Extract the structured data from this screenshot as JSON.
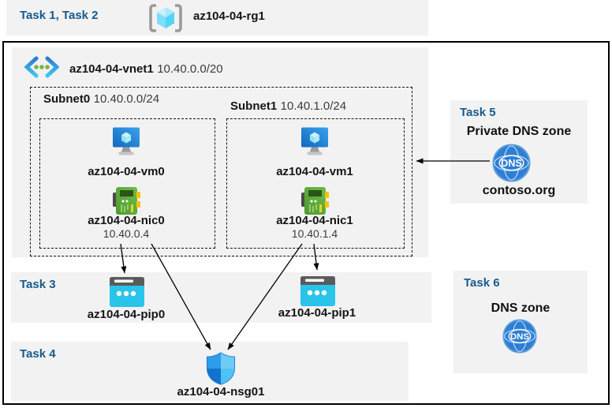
{
  "colors": {
    "panel_bg": "#f2f2f2",
    "heading_blue": "#175a8e",
    "text_black": "#151515",
    "frame_border": "#000000",
    "pip_cyan": "#2ac3ea",
    "dns_blue": "#2e7fd4",
    "nic_green": "#5ba53b",
    "vm_blue": "#1f7ccd"
  },
  "top_band": {
    "task_label": "Task 1, Task 2",
    "resource_group": {
      "name": "az104-04-rg1",
      "icon": "resource-group-icon"
    }
  },
  "vnet": {
    "name": "az104-04-vnet1",
    "cidr": "10.40.0.0/20",
    "icon": "virtual-network-icon",
    "subnets": [
      {
        "name": "Subnet0",
        "cidr": "10.40.0.0/24",
        "vm": {
          "name": "az104-04-vm0",
          "icon": "virtual-machine-icon"
        },
        "nic": {
          "name": "az104-04-nic0",
          "ip": "10.40.0.4",
          "icon": "network-interface-icon"
        }
      },
      {
        "name": "Subnet1",
        "cidr": "10.40.1.0/24",
        "vm": {
          "name": "az104-04-vm1",
          "icon": "virtual-machine-icon"
        },
        "nic": {
          "name": "az104-04-nic1",
          "ip": "10.40.1.4",
          "icon": "network-interface-icon"
        }
      }
    ]
  },
  "task3": {
    "task_label": "Task 3",
    "pips": [
      {
        "name": "az104-04-pip0",
        "icon": "public-ip-icon"
      },
      {
        "name": "az104-04-pip1",
        "icon": "public-ip-icon"
      }
    ]
  },
  "task4": {
    "task_label": "Task 4",
    "nsg": {
      "name": "az104-04-nsg01",
      "icon": "nsg-shield-icon"
    }
  },
  "task5": {
    "task_label": "Task 5",
    "title": "Private DNS zone",
    "zone_name": "contoso.org",
    "icon": "dns-zone-icon"
  },
  "task6": {
    "task_label": "Task 6",
    "title": "DNS zone",
    "icon": "dns-zone-icon"
  },
  "connections": [
    {
      "from": "az104-04-nic0",
      "to": "az104-04-pip0"
    },
    {
      "from": "az104-04-nic1",
      "to": "az104-04-pip1"
    },
    {
      "from": "az104-04-nic0",
      "to": "az104-04-nsg01"
    },
    {
      "from": "az104-04-nic1",
      "to": "az104-04-nsg01"
    },
    {
      "from": "contoso.org",
      "to": "az104-04-vnet1"
    }
  ]
}
